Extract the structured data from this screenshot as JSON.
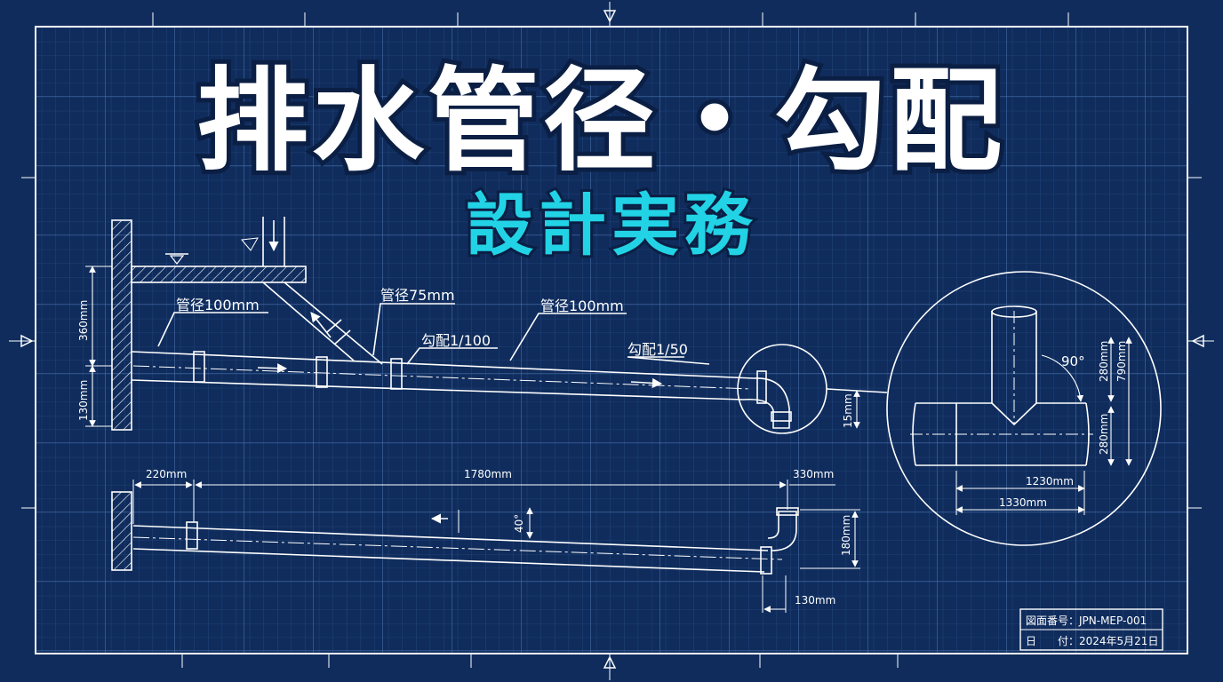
{
  "title": {
    "main": "排水管径・勾配",
    "sub": "設計実務"
  },
  "colors": {
    "background": "#0f2c5c",
    "grid": "#3a5f9a",
    "line": "#ffffff",
    "accent": "#22d3e6"
  },
  "upper_view": {
    "labels": {
      "pipe_main": "管径100mm",
      "pipe_branch": "管径75mm",
      "pipe_right": "管径100mm",
      "slope_a": "勾配1/100",
      "slope_b": "勾配1/50"
    },
    "dims": {
      "height_upper": "360mm",
      "height_lower": "130mm",
      "drop": "15mm"
    }
  },
  "detail_view": {
    "angle": "90°",
    "dims": {
      "v1": "280mm",
      "v2": "790mm",
      "v3": "280mm",
      "h1": "1230mm",
      "h2": "1330mm"
    }
  },
  "lower_view": {
    "dims": {
      "left": "220mm",
      "center": "1780mm",
      "right": "330mm",
      "angle": "40°",
      "height": "180mm",
      "bottom": "130mm"
    }
  },
  "title_block": {
    "drawing_no": "図面番号：JPN-MEP-001",
    "date_label": "日　　付：2024年5月21日"
  }
}
